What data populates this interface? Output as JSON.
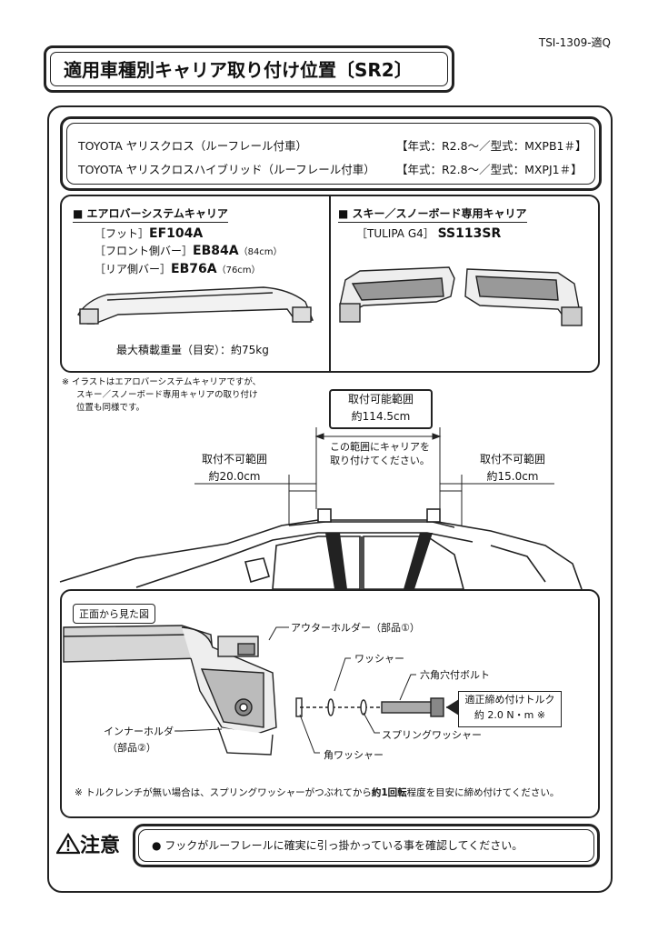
{
  "doc_id": "TSI-1309-適Q",
  "title": "適用車種別キャリア取り付け位置〔SR2〕",
  "models": [
    {
      "name": "TOYOTA  ヤリスクロス（ルーフレール付車）",
      "spec": "【年式：R2.8～／型式：MXPB1＃】"
    },
    {
      "name": "TOYOTA  ヤリスクロスハイブリッド（ルーフレール付車）",
      "spec": "【年式：R2.8～／型式：MXPJ1＃】"
    }
  ],
  "aerobar": {
    "heading": "■ エアロバーシステムキャリア",
    "foot_label": "［フット］",
    "foot_part": "EF104A",
    "front_label": "［フロント側バー］",
    "front_part": "EB84A",
    "front_len": "（84cm）",
    "rear_label": "［リア側バー］",
    "rear_part": "EB76A",
    "rear_len": "（76cm）",
    "max_load": "最大積載重量（目安）：約75kg"
  },
  "ski": {
    "heading": "■ スキー／スノーボード専用キャリア",
    "model_label": "［TULIPA G4］",
    "model_part": "SS113SR"
  },
  "illustration_note": [
    "※  イラストはエアロバーシステムキャリアですが、",
    "スキー／スノーボード専用キャリアの取り付け",
    "位置も同様です。"
  ],
  "mount_range": {
    "title": "取付可能範囲",
    "value": "約114.5cm",
    "instruction": [
      "この範囲にキャリアを",
      "取り付けてください。"
    ]
  },
  "no_mount_front": {
    "title": "取付不可範囲",
    "value": "約20.0cm"
  },
  "no_mount_rear": {
    "title": "取付不可範囲",
    "value": "約15.0cm"
  },
  "front_view": {
    "title": "正面から見た図",
    "outer_holder": "アウターホルダー（部品①）",
    "washer": "ワッシャー",
    "hex_bolt": "六角穴付ボルト",
    "torque_title": "適正締め付けトルク",
    "torque_value": "約 2.0 N・m ※",
    "spring_washer": "スプリングワッシャー",
    "square_washer": "角ワッシャー",
    "inner_holder": "インナーホルダー",
    "inner_holder_part": "（部品②）",
    "wrench_note_pre": "※ トルクレンチが無い場合は、スプリングワッシャーがつぶれてから",
    "wrench_note_bold": "約1回転",
    "wrench_note_post": "程度を目安に締め付けてください。"
  },
  "caution": {
    "heading": "注意",
    "text": "●  フックがルーフレールに確実に引っ掛かっている事を確認してください。"
  }
}
